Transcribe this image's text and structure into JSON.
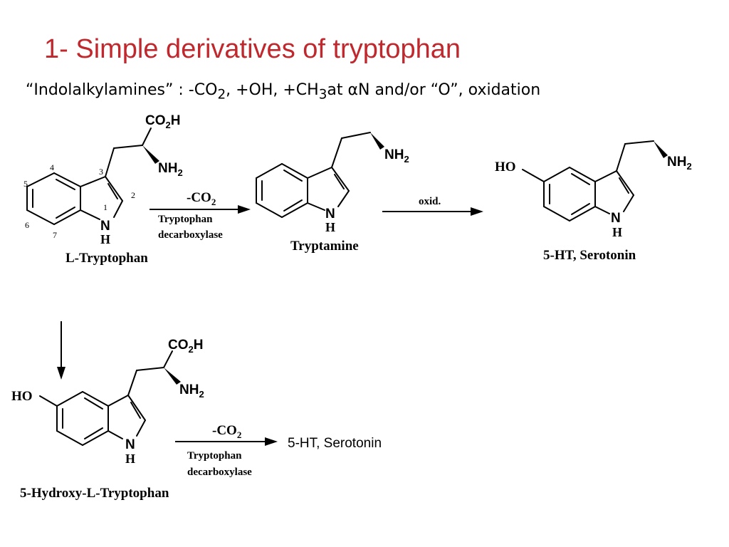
{
  "slide": {
    "title": "1- Simple derivatives of tryptophan",
    "subtitle": {
      "part1": "“Indolalkylamines” : -CO",
      "sub1": "2",
      "part2": ", +OH, +CH",
      "sub2": "3",
      "part3": "at αN and/or “O”, oxidation"
    }
  },
  "labels": {
    "co2h_main": "CO",
    "co2h_sub": "2",
    "co2h_end": "H",
    "nh_main": "NH",
    "nh_sub": "2",
    "n": "N",
    "h": "H",
    "ho": "HO",
    "ring_numbers": [
      "1",
      "2",
      "3",
      "4",
      "5",
      "6",
      "7"
    ]
  },
  "compounds": {
    "l_tryptophan": "L-Tryptophan",
    "tryptamine": "Tryptamine",
    "serotonin": "5-HT, Serotonin",
    "hydroxy_tryptophan": "5-Hydroxy-L-Tryptophan"
  },
  "arrows": {
    "decarboxylation_1": {
      "reagent_main": "-CO",
      "reagent_sub": "2",
      "enzyme_line1": "Tryptophan",
      "enzyme_line2": "decarboxylase"
    },
    "oxidation": {
      "label": "oxid."
    },
    "decarboxylation_2": {
      "reagent_main": "-CO",
      "reagent_sub": "2",
      "enzyme_line1": "Tryptophan",
      "enzyme_line2": "decarboxylase",
      "product": "5-HT, Serotonin"
    }
  }
}
